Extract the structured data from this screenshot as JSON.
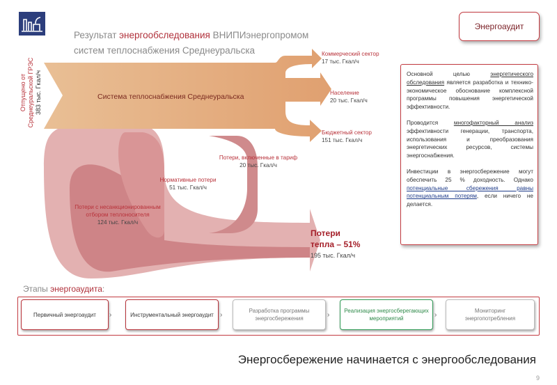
{
  "header": {
    "title_prefix": "Результат ",
    "title_highlight": "энергообследования",
    "title_suffix": " ВНИПИэнергопромом",
    "title_line2": "систем теплоснабжения Среднеуральска"
  },
  "audit_box": {
    "label": "Энергоаудит"
  },
  "info": {
    "p1_a": "Основной целью ",
    "p1_b": "энергетического обследования",
    "p1_c": " является разработка и технико-экономическое обоснование комплексной программы повышения энергетической эффективности.",
    "p2_a": "Проводится ",
    "p2_b": "многофакторный анализ",
    "p2_c": " эффективности генерации, транспорта, использования и преобразования энергетических ресурсов, системы энергоснабжения.",
    "p3_a": "Инвестиции в энергосбережение могут обеспечить 25 % доходность. Однако ",
    "p3_b": "потенциальные сбережения равны потенциальным потерям",
    "p3_c": ", если ничего не делается."
  },
  "flow": {
    "source_line1": "Отпущено от",
    "source_line2": "Среднеуральской ГРЭС",
    "source_value": "383 тыс. Гкал/ч",
    "system_label": "Система теплоснабжения Среднеуральска",
    "outputs": [
      {
        "label": "Коммерческий сектор",
        "value": "17 тыс. Гкал/ч"
      },
      {
        "label": "Население",
        "value": "20 тыс. Гкал/ч"
      },
      {
        "label": "Бюджетный сектор",
        "value": "151 тыс. Гкал/ч"
      }
    ],
    "losses": [
      {
        "label": "Потери, включенные в тариф",
        "value": "20 тыс. Гкал/ч"
      },
      {
        "label": "Нормативные потери",
        "value": "51 тыс. Гкал/ч"
      },
      {
        "label_line1": "Потери с несанкционированным",
        "label_line2": "отбором теплоносителя",
        "value": "124 тыс. Гкал/ч"
      }
    ],
    "total_loss_line1": "Потери",
    "total_loss_line2": "тепла – 51%",
    "total_loss_value": "195 тыс. Гкал/ч"
  },
  "stages": {
    "title_prefix": "Этапы ",
    "title_highlight": "энергоаудита",
    "title_suffix": ":",
    "items": [
      {
        "label": "Первичный энергоаудит"
      },
      {
        "label": "Инструментальный энергоаудит"
      },
      {
        "label": "Разработка программы энергосбережения"
      },
      {
        "label": "Реализация энергосберегающих мероприятий"
      },
      {
        "label": "Мониторинг энергопотребления"
      }
    ]
  },
  "footer": "Энергосбережение начинается с энергообследования",
  "page_number": "9"
}
